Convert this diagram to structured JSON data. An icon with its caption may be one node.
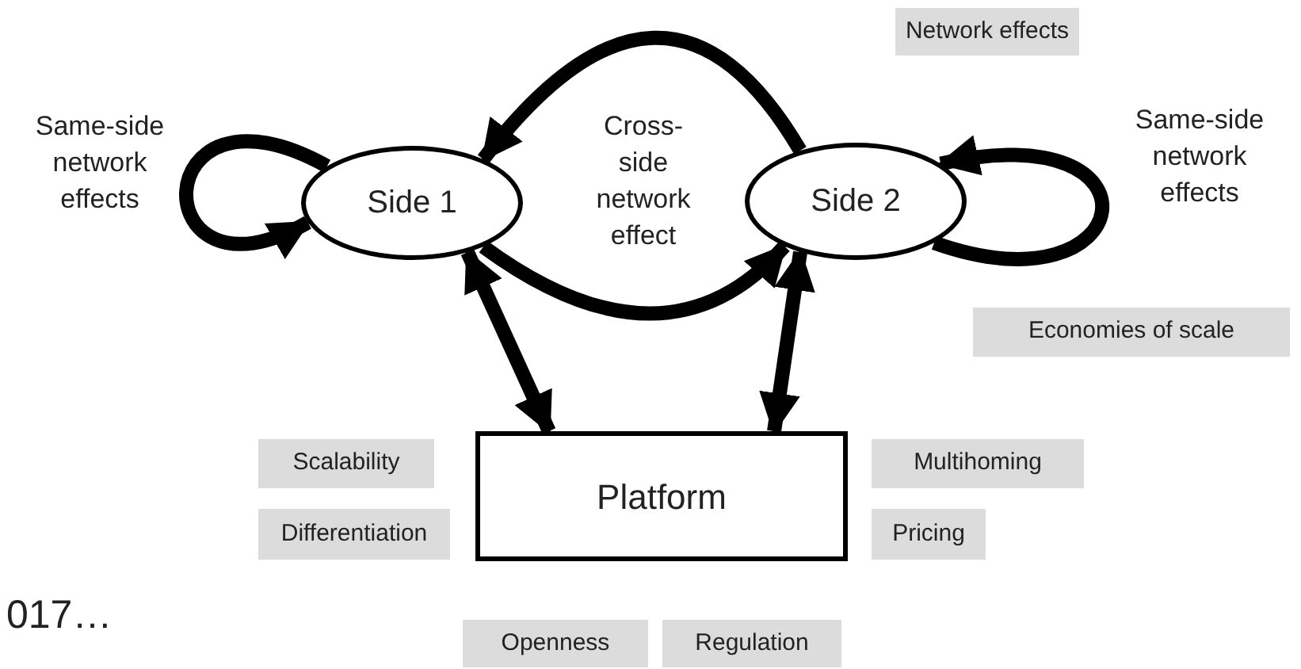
{
  "diagram": {
    "nodes": [
      {
        "text": [
          "Side 1"
        ]
      },
      {
        "text": [
          "Side 2"
        ]
      },
      {
        "text": [
          "Platform"
        ]
      },
      {
        "text": [
          "Network effects"
        ]
      },
      {
        "text": [
          "Economies of scale"
        ]
      },
      {
        "text": [
          "Scalability"
        ]
      },
      {
        "text": [
          "Differentiation"
        ]
      },
      {
        "text": [
          "Multihoming"
        ]
      },
      {
        "text": [
          "Pricing"
        ]
      },
      {
        "text": [
          "Openness"
        ]
      },
      {
        "text": [
          "Regulation"
        ]
      }
    ],
    "edges": [
      {
        "from": 0,
        "to": 0,
        "arrow": "to",
        "label": "Same-side network effects"
      },
      {
        "from": 1,
        "to": 1,
        "arrow": "to",
        "label": "Same-side network effects"
      },
      {
        "from": 0,
        "to": 2,
        "arrow": "both"
      },
      {
        "from": 1,
        "to": 2,
        "arrow": "both"
      },
      {
        "from": 1,
        "to": 0,
        "arrow": "to"
      },
      {
        "from": 0,
        "to": 1,
        "arrow": "to"
      }
    ],
    "labels": [
      "Cross-side network effect",
      "017…"
    ]
  }
}
